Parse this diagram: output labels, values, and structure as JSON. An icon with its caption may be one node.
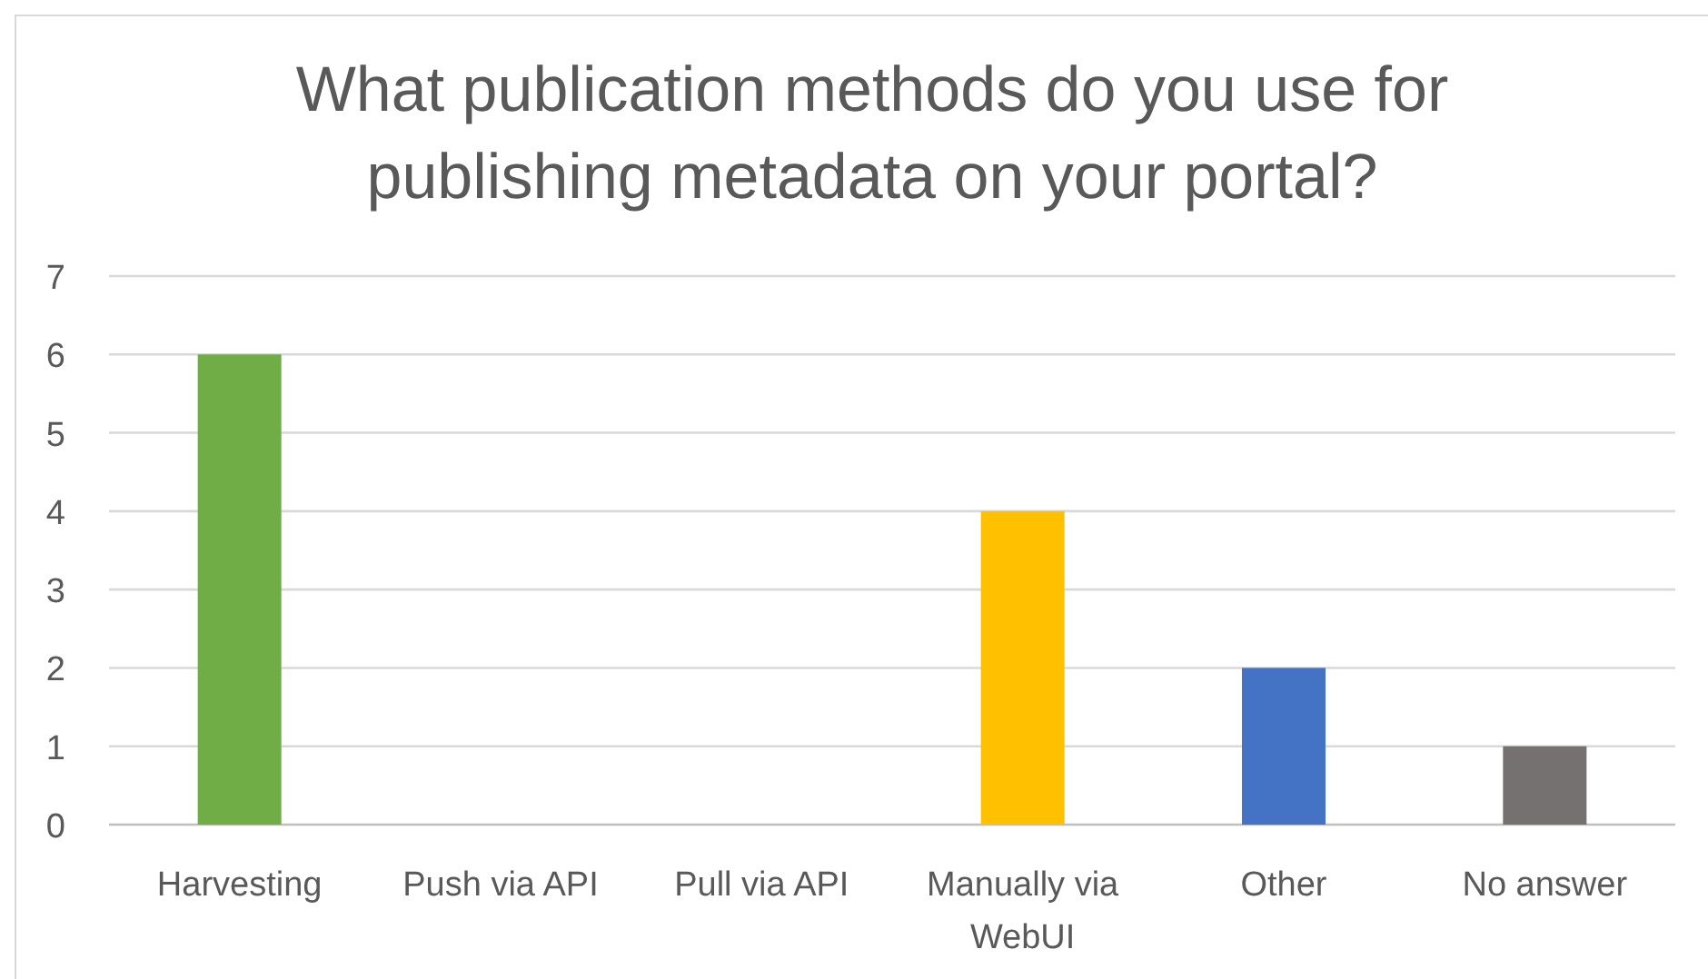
{
  "diagram": {
    "title": "What publication methods do you use for publishing metadata on your portal?",
    "chart_data": {
      "type": "bar",
      "categories": [
        "Harvesting",
        "Push via API",
        "Pull via API",
        "Manually via WebUI",
        "Other",
        "No answer"
      ],
      "values": [
        6,
        0,
        0,
        4,
        2,
        1
      ],
      "colors": [
        "#70ad47",
        null,
        null,
        "#ffc000",
        "#4472c4",
        "#767171"
      ],
      "grid": true,
      "ylim": [
        0,
        7
      ],
      "yticks": [
        0,
        1,
        2,
        3,
        4,
        5,
        6,
        7
      ]
    }
  }
}
